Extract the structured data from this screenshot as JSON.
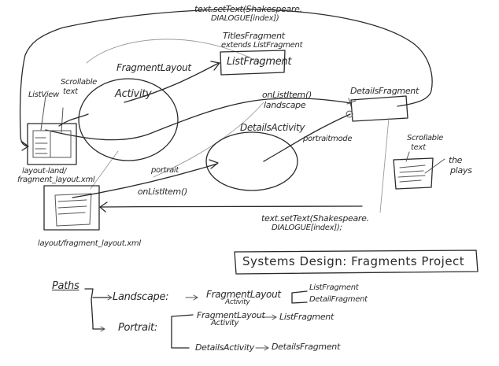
{
  "diagram": {
    "title": "Systems Design: Fragments Project",
    "top_code": {
      "line1": "text.setText(Shakespeare.",
      "line2": "DIALOGUE[index])"
    },
    "bottom_code": {
      "line1": "text.setText(Shakespeare.",
      "line2": "DIALOGUE[index]);"
    },
    "nodes": {
      "fragment_layout_activity": {
        "title": "FragmentLayout",
        "label": "Activity"
      },
      "titles_fragment": {
        "annotation_line1": "TitlesFragment",
        "annotation_line2": "extends ListFragment",
        "label": "ListFragment"
      },
      "details_fragment": {
        "label": "DetailsFragment"
      },
      "details_activity": {
        "label": "DetailsActivity"
      },
      "landscape_layout": {
        "caption_line1": "layout-land/",
        "caption_line2": "fragment_layout.xml",
        "listview_label": "ListView",
        "scrollable_label_line1": "Scrollable",
        "scrollable_label_line2": "text"
      },
      "portrait_layout": {
        "caption": "layout/fragment_layout.xml"
      },
      "plays_text": {
        "scrollable_label_line1": "Scrollable",
        "scrollable_label_line2": "text",
        "plays_label_line1": "the",
        "plays_label_line2": "plays"
      }
    },
    "edge_labels": {
      "on_list_item_landscape_1": "onListItem()",
      "on_list_item_landscape_2": "landscape",
      "portrait_mode": "portraitmode",
      "portrait": "portrait",
      "on_list_item_portrait": "onListItem()"
    },
    "paths": {
      "heading": "Paths",
      "landscape": {
        "label": "Landscape:",
        "activity_line1": "FragmentLayout",
        "activity_line2": "Activity",
        "targets": [
          "ListFragment",
          "DetailFragment"
        ]
      },
      "portrait": {
        "label": "Portrait:",
        "branches": [
          {
            "activity_line1": "FragmentLayout",
            "activity_line2": "Activity",
            "target": "ListFragment"
          },
          {
            "activity_line1": "DetailsActivity",
            "activity_line2": "",
            "target": "DetailsFragment"
          }
        ]
      }
    }
  }
}
